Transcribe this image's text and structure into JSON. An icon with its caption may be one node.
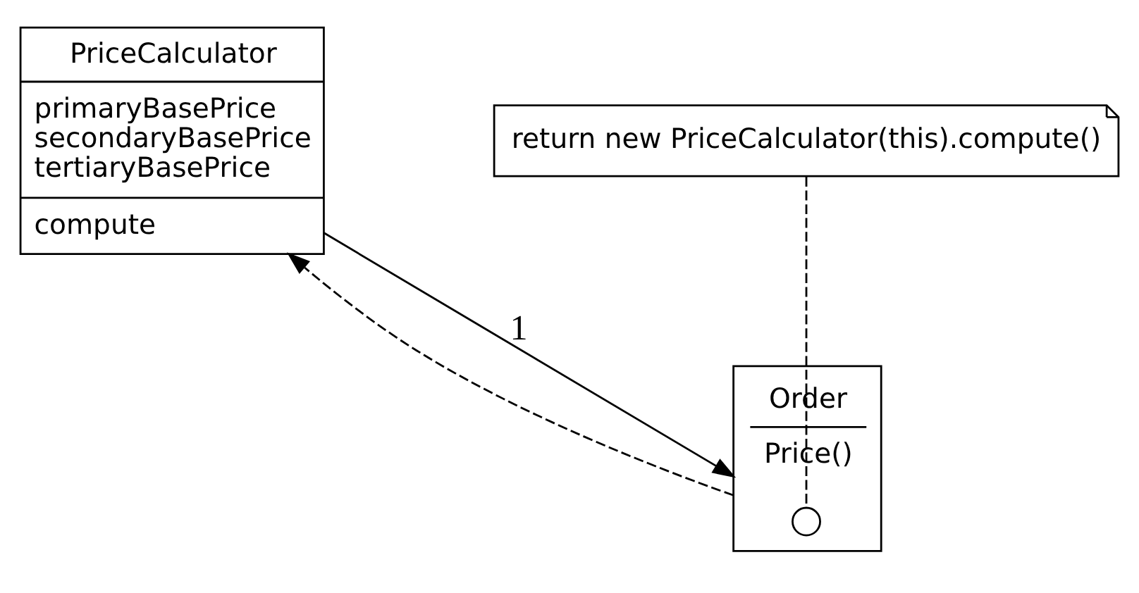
{
  "diagram": {
    "nodes": [
      {
        "text": [
          "Order",
          "Price()"
        ]
      },
      {
        "text": [],
        "shape": "circle",
        "in": 0
      },
      {
        "text": [
          "PriceCalculator",
          "primaryBasePrice secondaryBasePrice tertiaryBasePrice",
          "compute"
        ]
      },
      {
        "text": [
          "return new PriceCalculator(this).compute()"
        ]
      }
    ],
    "edges": [
      {
        "from": 0,
        "to": 2,
        "arrow": "to",
        "style": "dashed"
      },
      {
        "from": 2,
        "to": 0,
        "arrow": "to",
        "label": "1"
      },
      {
        "from": 3,
        "to": 1,
        "arrow": "none",
        "style": "dashed"
      }
    ]
  }
}
